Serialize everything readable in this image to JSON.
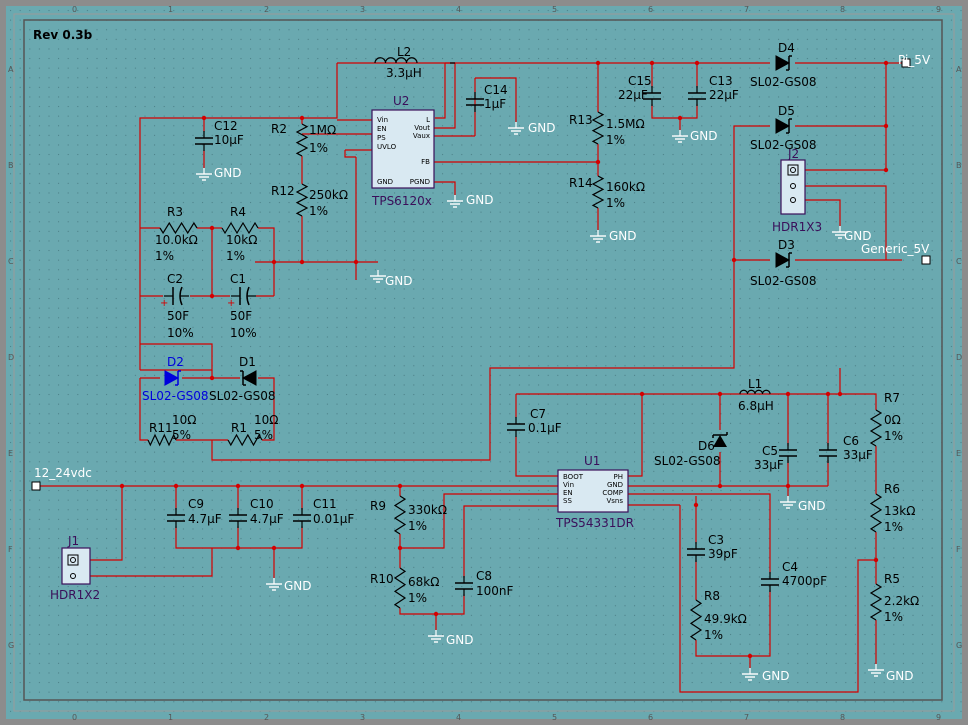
{
  "revision": "Rev 0.3b",
  "ruler": {
    "columns": [
      "0",
      "1",
      "2",
      "3",
      "4",
      "5",
      "6",
      "7",
      "8",
      "9"
    ],
    "rows": [
      "A",
      "B",
      "C",
      "D",
      "E",
      "F",
      "G"
    ]
  },
  "ports": {
    "pi5v": "Pi_5V",
    "generic5v": "Generic_5V",
    "vin": "12_24vdc"
  },
  "gnd": "GND",
  "ics": {
    "u2": {
      "ref": "U2",
      "part": "TPS6120x",
      "pins_left": [
        "Vin",
        "EN",
        "PS",
        "UVLO",
        "GND"
      ],
      "pins_right": [
        "L",
        "Vout",
        "Vaux",
        "FB",
        "PGND"
      ]
    },
    "u1": {
      "ref": "U1",
      "part": "TPS54331DR",
      "pins_left": [
        "BOOT",
        "Vin",
        "EN",
        "SS"
      ],
      "pins_right": [
        "PH",
        "GND",
        "COMP",
        "Vsns"
      ]
    }
  },
  "parts": {
    "l2": {
      "ref": "L2",
      "val": "3.3µH"
    },
    "c14": {
      "ref": "C14",
      "val": "1µF"
    },
    "c12": {
      "ref": "C12",
      "val": "10µF"
    },
    "r2": {
      "ref": "R2",
      "val": "1MΩ",
      "tol": "1%"
    },
    "r12": {
      "ref": "R12",
      "val": "250kΩ",
      "tol": "1%"
    },
    "r3": {
      "ref": "R3",
      "val": "10.0kΩ",
      "tol": "1%"
    },
    "r4": {
      "ref": "R4",
      "val": "10kΩ",
      "tol": "1%"
    },
    "c2": {
      "ref": "C2",
      "val": "50F",
      "tol": "10%"
    },
    "c1": {
      "ref": "C1",
      "val": "50F",
      "tol": "10%"
    },
    "d2": {
      "ref": "D2",
      "val": "SL02-GS08"
    },
    "d1": {
      "ref": "D1",
      "val": "SL02-GS08"
    },
    "r11": {
      "ref": "R11",
      "val": "10Ω",
      "tol": "5%"
    },
    "r1": {
      "ref": "R1",
      "val": "10Ω",
      "tol": "5%"
    },
    "c15": {
      "ref": "C15",
      "val": "22µF"
    },
    "c13": {
      "ref": "C13",
      "val": "22µF"
    },
    "r13": {
      "ref": "R13",
      "val": "1.5MΩ",
      "tol": "1%"
    },
    "r14": {
      "ref": "R14",
      "val": "160kΩ",
      "tol": "1%"
    },
    "d4": {
      "ref": "D4",
      "val": "SL02-GS08"
    },
    "d5": {
      "ref": "D5",
      "val": "SL02-GS08"
    },
    "d3": {
      "ref": "D3",
      "val": "SL02-GS08"
    },
    "j2": {
      "ref": "J2",
      "val": "HDR1X3"
    },
    "c7": {
      "ref": "C7",
      "val": "0.1µF"
    },
    "l1": {
      "ref": "L1",
      "val": "6.8µH"
    },
    "d6": {
      "ref": "D6",
      "val": "SL02-GS08"
    },
    "c5": {
      "ref": "C5",
      "val": "33µF"
    },
    "c6": {
      "ref": "C6",
      "val": "33µF"
    },
    "r7": {
      "ref": "R7",
      "val": "0Ω",
      "tol": "1%"
    },
    "r6": {
      "ref": "R6",
      "val": "13kΩ",
      "tol": "1%"
    },
    "r5": {
      "ref": "R5",
      "val": "2.2kΩ",
      "tol": "1%"
    },
    "c9": {
      "ref": "C9",
      "val": "4.7µF"
    },
    "c10": {
      "ref": "C10",
      "val": "4.7µF"
    },
    "c11": {
      "ref": "C11",
      "val": "0.01µF"
    },
    "r9": {
      "ref": "R9",
      "val": "330kΩ",
      "tol": "1%"
    },
    "r10": {
      "ref": "R10",
      "val": "68kΩ",
      "tol": "1%"
    },
    "c8": {
      "ref": "C8",
      "val": "100nF"
    },
    "c3": {
      "ref": "C3",
      "val": "39pF"
    },
    "c4": {
      "ref": "C4",
      "val": "4700pF"
    },
    "r8": {
      "ref": "R8",
      "val": "49.9kΩ",
      "tol": "1%"
    },
    "j1": {
      "ref": "J1",
      "val": "HDR1X2"
    }
  }
}
